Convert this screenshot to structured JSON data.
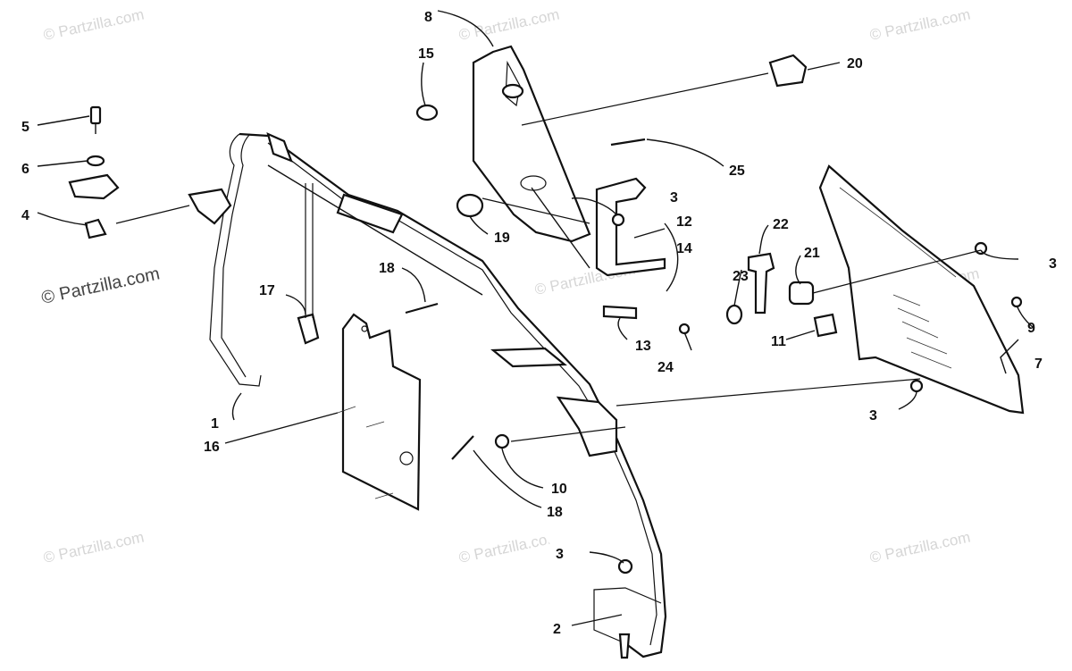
{
  "watermark": {
    "copyright_symbol": "©",
    "brand": "Partzilla.com",
    "main_text": "© Partzilla.com"
  },
  "callouts": {
    "c1": "1",
    "c2": "2",
    "c3a": "3",
    "c3b": "3",
    "c3c": "3",
    "c3d": "3",
    "c4": "4",
    "c5": "5",
    "c6": "6",
    "c7": "7",
    "c8": "8",
    "c9": "9",
    "c10": "10",
    "c11": "11",
    "c12": "12",
    "c13": "13",
    "c14": "14",
    "c15": "15",
    "c16": "16",
    "c17": "17",
    "c18a": "18",
    "c18b": "18",
    "c19": "19",
    "c20": "20",
    "c21": "21",
    "c22": "22",
    "c23": "23",
    "c24": "24",
    "c25": "25"
  }
}
